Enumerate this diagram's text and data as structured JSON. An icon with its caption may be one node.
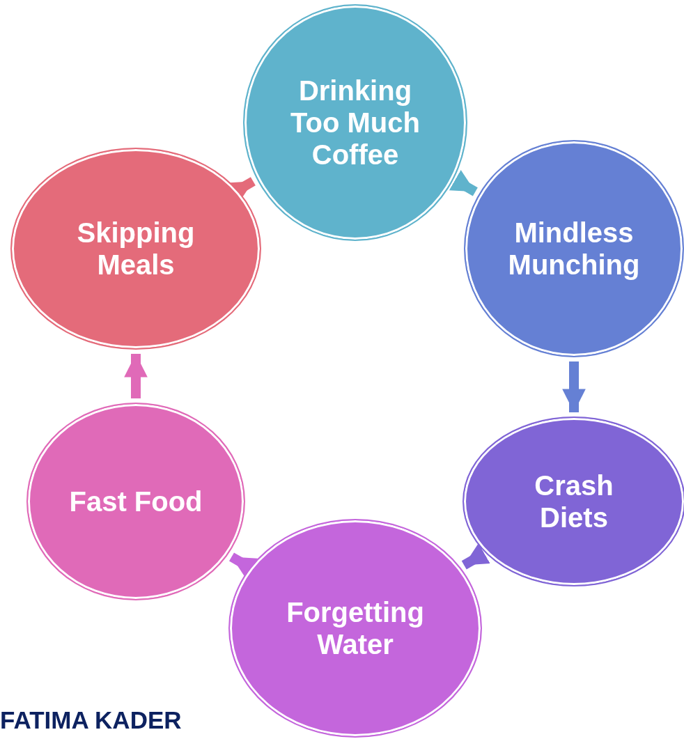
{
  "diagram": {
    "nodes": [
      {
        "text": [
          "Drinking Too Much Coffee"
        ]
      },
      {
        "text": [
          "Mindless Munching"
        ]
      },
      {
        "text": [
          "Crash Diets"
        ]
      },
      {
        "text": [
          "Forgetting Water"
        ]
      },
      {
        "text": [
          "Fast Food"
        ]
      },
      {
        "text": [
          "Skipping Meals"
        ]
      }
    ],
    "edges": [
      {
        "from": 0,
        "to": 1,
        "arrow": "to",
        "color": "#5fb3cc"
      },
      {
        "from": 1,
        "to": 2,
        "arrow": "to",
        "color": "#6580d4"
      },
      {
        "from": 2,
        "to": 3,
        "arrow": "to",
        "color": "#8065d6"
      },
      {
        "from": 3,
        "to": 4,
        "arrow": "to",
        "color": "#c466dc"
      },
      {
        "from": 4,
        "to": 5,
        "arrow": "to",
        "color": "#e06ab8"
      },
      {
        "from": 5,
        "to": 0,
        "arrow": "to",
        "color": "#e46b7a"
      }
    ],
    "labels": [
      "FATIMA KADER"
    ]
  }
}
